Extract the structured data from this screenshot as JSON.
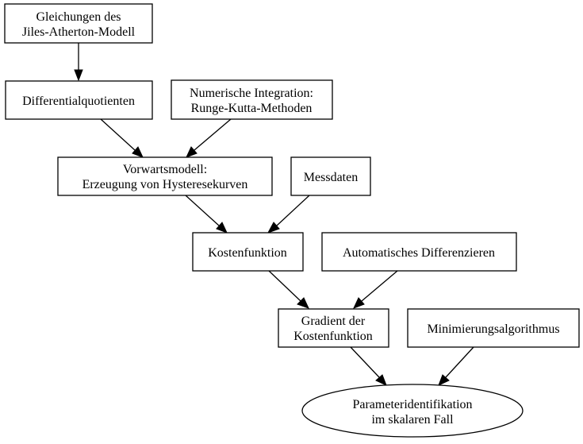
{
  "nodes": {
    "jiles_atherton": {
      "lines": [
        "Gleichungen des",
        "Jiles-Atherton-Modell"
      ]
    },
    "differential": {
      "lines": [
        "Differentialquotienten"
      ]
    },
    "numerische": {
      "lines": [
        "Numerische Integration:",
        "Runge-Kutta-Methoden"
      ]
    },
    "vorwartsmodell": {
      "lines": [
        "Vorwartsmodell:",
        "Erzeugung von Hysteresekurven"
      ]
    },
    "messdaten": {
      "lines": [
        "Messdaten"
      ]
    },
    "kostenfunktion": {
      "lines": [
        "Kostenfunktion"
      ]
    },
    "automatisches": {
      "lines": [
        "Automatisches Differenzieren"
      ]
    },
    "gradient": {
      "lines": [
        "Gradient der",
        "Kostenfunktion"
      ]
    },
    "minimierung": {
      "lines": [
        "Minimierungsalgorithmus"
      ]
    },
    "parameteridentifikation": {
      "lines": [
        "Parameteridentifikation",
        "im skalaren Fall"
      ]
    }
  }
}
